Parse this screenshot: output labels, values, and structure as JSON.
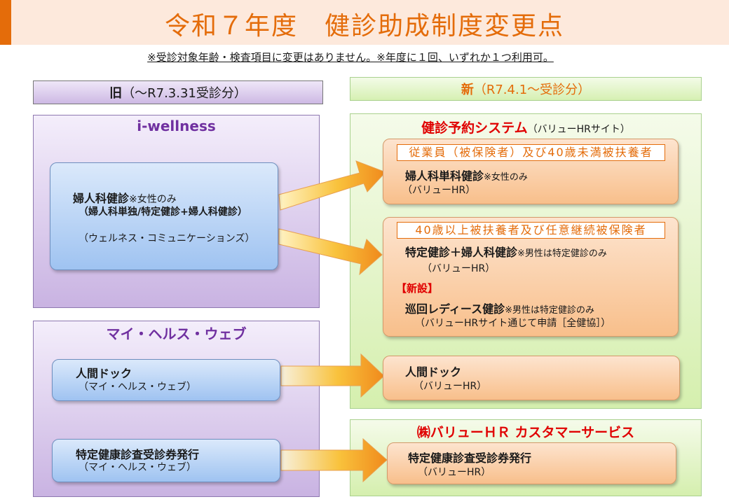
{
  "title": "令和７年度　健診助成制度変更点",
  "note": "※受診対象年齢・検査項目に変更はありません。※年度に１回、いずれか１つ利用可。",
  "old_header": {
    "strong": "旧",
    "rest": "（～R7.3.31受診分）"
  },
  "new_header": {
    "strong": "新",
    "rest": "（R7.4.1～受診分）"
  },
  "iwellness": {
    "title": "i-wellness",
    "box": {
      "name": "婦人科健診",
      "note": "※女性のみ",
      "detail": "（婦人科単独/特定健診+婦人科健診）",
      "provider": "（ウェルネス・コミュニケーションズ）"
    }
  },
  "myhealthweb": {
    "title": "マイ・ヘルス・ウェブ",
    "dock": {
      "name": "人間ドック",
      "provider": "（マイ・ヘルス・ウェブ）"
    },
    "tokutei": {
      "name": "特定健康診査受診券発行",
      "provider": "（マイ・ヘルス・ウェブ）"
    }
  },
  "system": {
    "title": "健診予約システム",
    "title_sub": "（バリューHRサイト）",
    "group1": {
      "band": "従業員（被保険者）及び40歳未満被扶養者",
      "name": "婦人科単科健診",
      "note": "※女性のみ",
      "provider": "（バリューHR）"
    },
    "group2": {
      "band": "40歳以上被扶養者及び任意継続被保険者",
      "name": "特定健診＋婦人科健診",
      "note": "※男性は特定健診のみ",
      "provider": "（バリューHR）",
      "new_tag": "【新設】",
      "name2": "巡回レディース健診",
      "note2": "※男性は特定健診のみ",
      "provider2": "（バリューHRサイト通じて申請［全健協］）"
    },
    "dock": {
      "name": "人間ドック",
      "provider": "（バリューHR）"
    }
  },
  "customer_service": {
    "title": "㈱バリューＨＲ カスタマーサービス",
    "tokutei": {
      "name": "特定健康診査受診券発行",
      "provider": "（バリューHR）"
    }
  },
  "colors": {
    "accent": "#e46c0a",
    "purple": "#7030a0",
    "red": "#e00000",
    "blue_box": "#9fc3f1",
    "orange_box": "#f8bf8b",
    "green_panel": "#d5efae",
    "purple_panel": "#c9b3e2"
  },
  "arrow_icon": "right-arrow-icon"
}
